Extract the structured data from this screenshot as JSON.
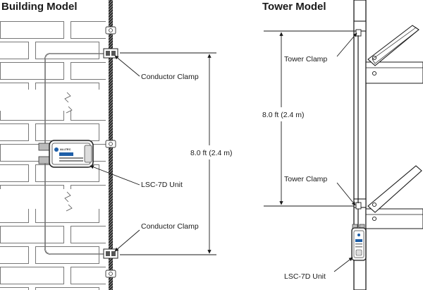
{
  "building": {
    "title": "Building Model",
    "labels": {
      "conductor_clamp_top": "Conductor Clamp",
      "conductor_clamp_bottom": "Conductor Clamp",
      "height": "8.0 ft (2.4 m)",
      "unit": "LSC-7D Unit"
    },
    "unit_brand": "ALLTEC"
  },
  "tower": {
    "title": "Tower Model",
    "labels": {
      "tower_clamp_top": "Tower Clamp",
      "tower_clamp_bottom": "Tower Clamp",
      "height": "8.0 ft (2.4 m)",
      "unit": "LSC-7D Unit"
    }
  },
  "colors": {
    "line": "#1a1a1a",
    "brick": "#555555",
    "unit_blue": "#1f5fa8"
  }
}
